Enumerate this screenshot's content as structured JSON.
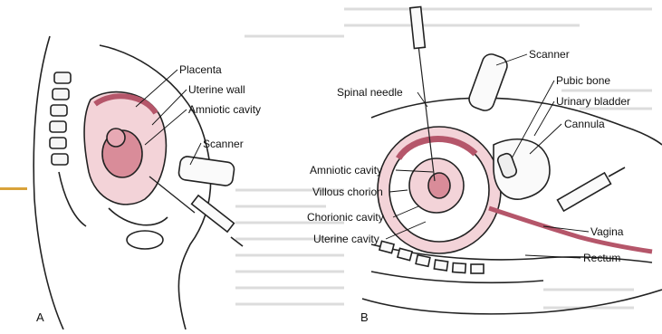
{
  "panels": {
    "a": "A",
    "b": "B"
  },
  "labels_a": {
    "placenta": "Placenta",
    "uterine_wall": "Uterine wall",
    "amniotic_cavity": "Amniotic cavity",
    "scanner": "Scanner"
  },
  "labels_b": {
    "scanner": "Scanner",
    "spinal_needle": "Spinal needle",
    "pubic_bone": "Pubic bone",
    "urinary_bladder": "Urinary bladder",
    "cannula": "Cannula",
    "amniotic_cavity": "Amniotic cavity",
    "villous_chorion": "Villous chorion",
    "chorionic_cavity": "Chorionic cavity",
    "uterine_cavity": "Uterine cavity",
    "vagina": "Vagina",
    "rectum": "Rectum"
  },
  "colors": {
    "tissue": "#d98c99",
    "tissue_light": "#f3d3d8",
    "line": "#222222",
    "accent": "#d9a23a",
    "page_text": "#c8c8c8"
  }
}
